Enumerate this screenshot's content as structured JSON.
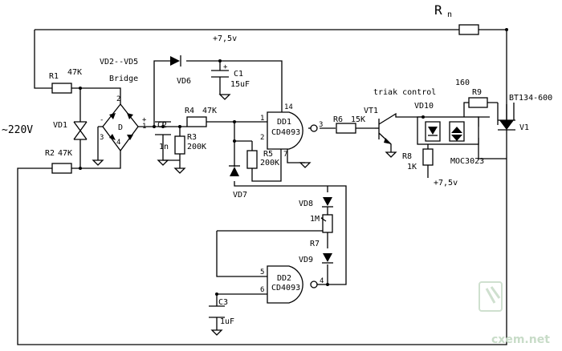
{
  "load": {
    "name": "R",
    "sub": "n"
  },
  "mains": {
    "label": "~220V"
  },
  "resistors": {
    "r1": {
      "ref": "R1",
      "value": "47K"
    },
    "r2": {
      "ref": "R2",
      "value": "47K"
    },
    "r3": {
      "ref": "R3",
      "value": "200K"
    },
    "r4": {
      "ref": "R4",
      "value": "47K"
    },
    "r5": {
      "ref": "R5",
      "value": "200K"
    },
    "r6": {
      "ref": "R6",
      "value": "15K"
    },
    "r7": {
      "ref": "R7",
      "value": "1M"
    },
    "r8": {
      "ref": "R8",
      "value": "1K"
    },
    "r9": {
      "ref": "R9",
      "value": "160"
    }
  },
  "capacitors": {
    "c1": {
      "ref": "C1",
      "value": "15uF"
    },
    "c2": {
      "ref": "C2",
      "value": "1n"
    },
    "c3": {
      "ref": "C3",
      "value": "1uF"
    }
  },
  "diodes": {
    "vd1": "VD1",
    "bridge_ref": "VD2--VD5",
    "bridge_name": "Bridge",
    "bridge_d": "D",
    "vd6": "VD6",
    "vd7": "VD7",
    "vd8": "VD8",
    "vd9": "VD9"
  },
  "supply": {
    "top": "+7,5v",
    "bottom": "+7,5v"
  },
  "gates": {
    "dd1": {
      "ref": "DD1",
      "chip": "CD4093"
    },
    "dd2": {
      "ref": "DD2",
      "chip": "CD4093"
    }
  },
  "pins": {
    "dd1_in1": "1",
    "dd1_in2": "2",
    "dd1_out": "3",
    "dd1_vcc": "14",
    "dd1_gnd": "7",
    "dd2_in1": "5",
    "dd2_in2": "6",
    "dd2_out": "4",
    "br_top": "2",
    "br_left": "3",
    "br_right": "1",
    "br_bottom": "4",
    "br_minus": "-",
    "br_plus": "+"
  },
  "driver": {
    "label": "triak control",
    "vt1": "VT1",
    "vd10": "VD10",
    "opto": "MOC3023",
    "triac_ref": "V1",
    "triac_part": "BT134-600"
  },
  "watermark": "cxem.net"
}
